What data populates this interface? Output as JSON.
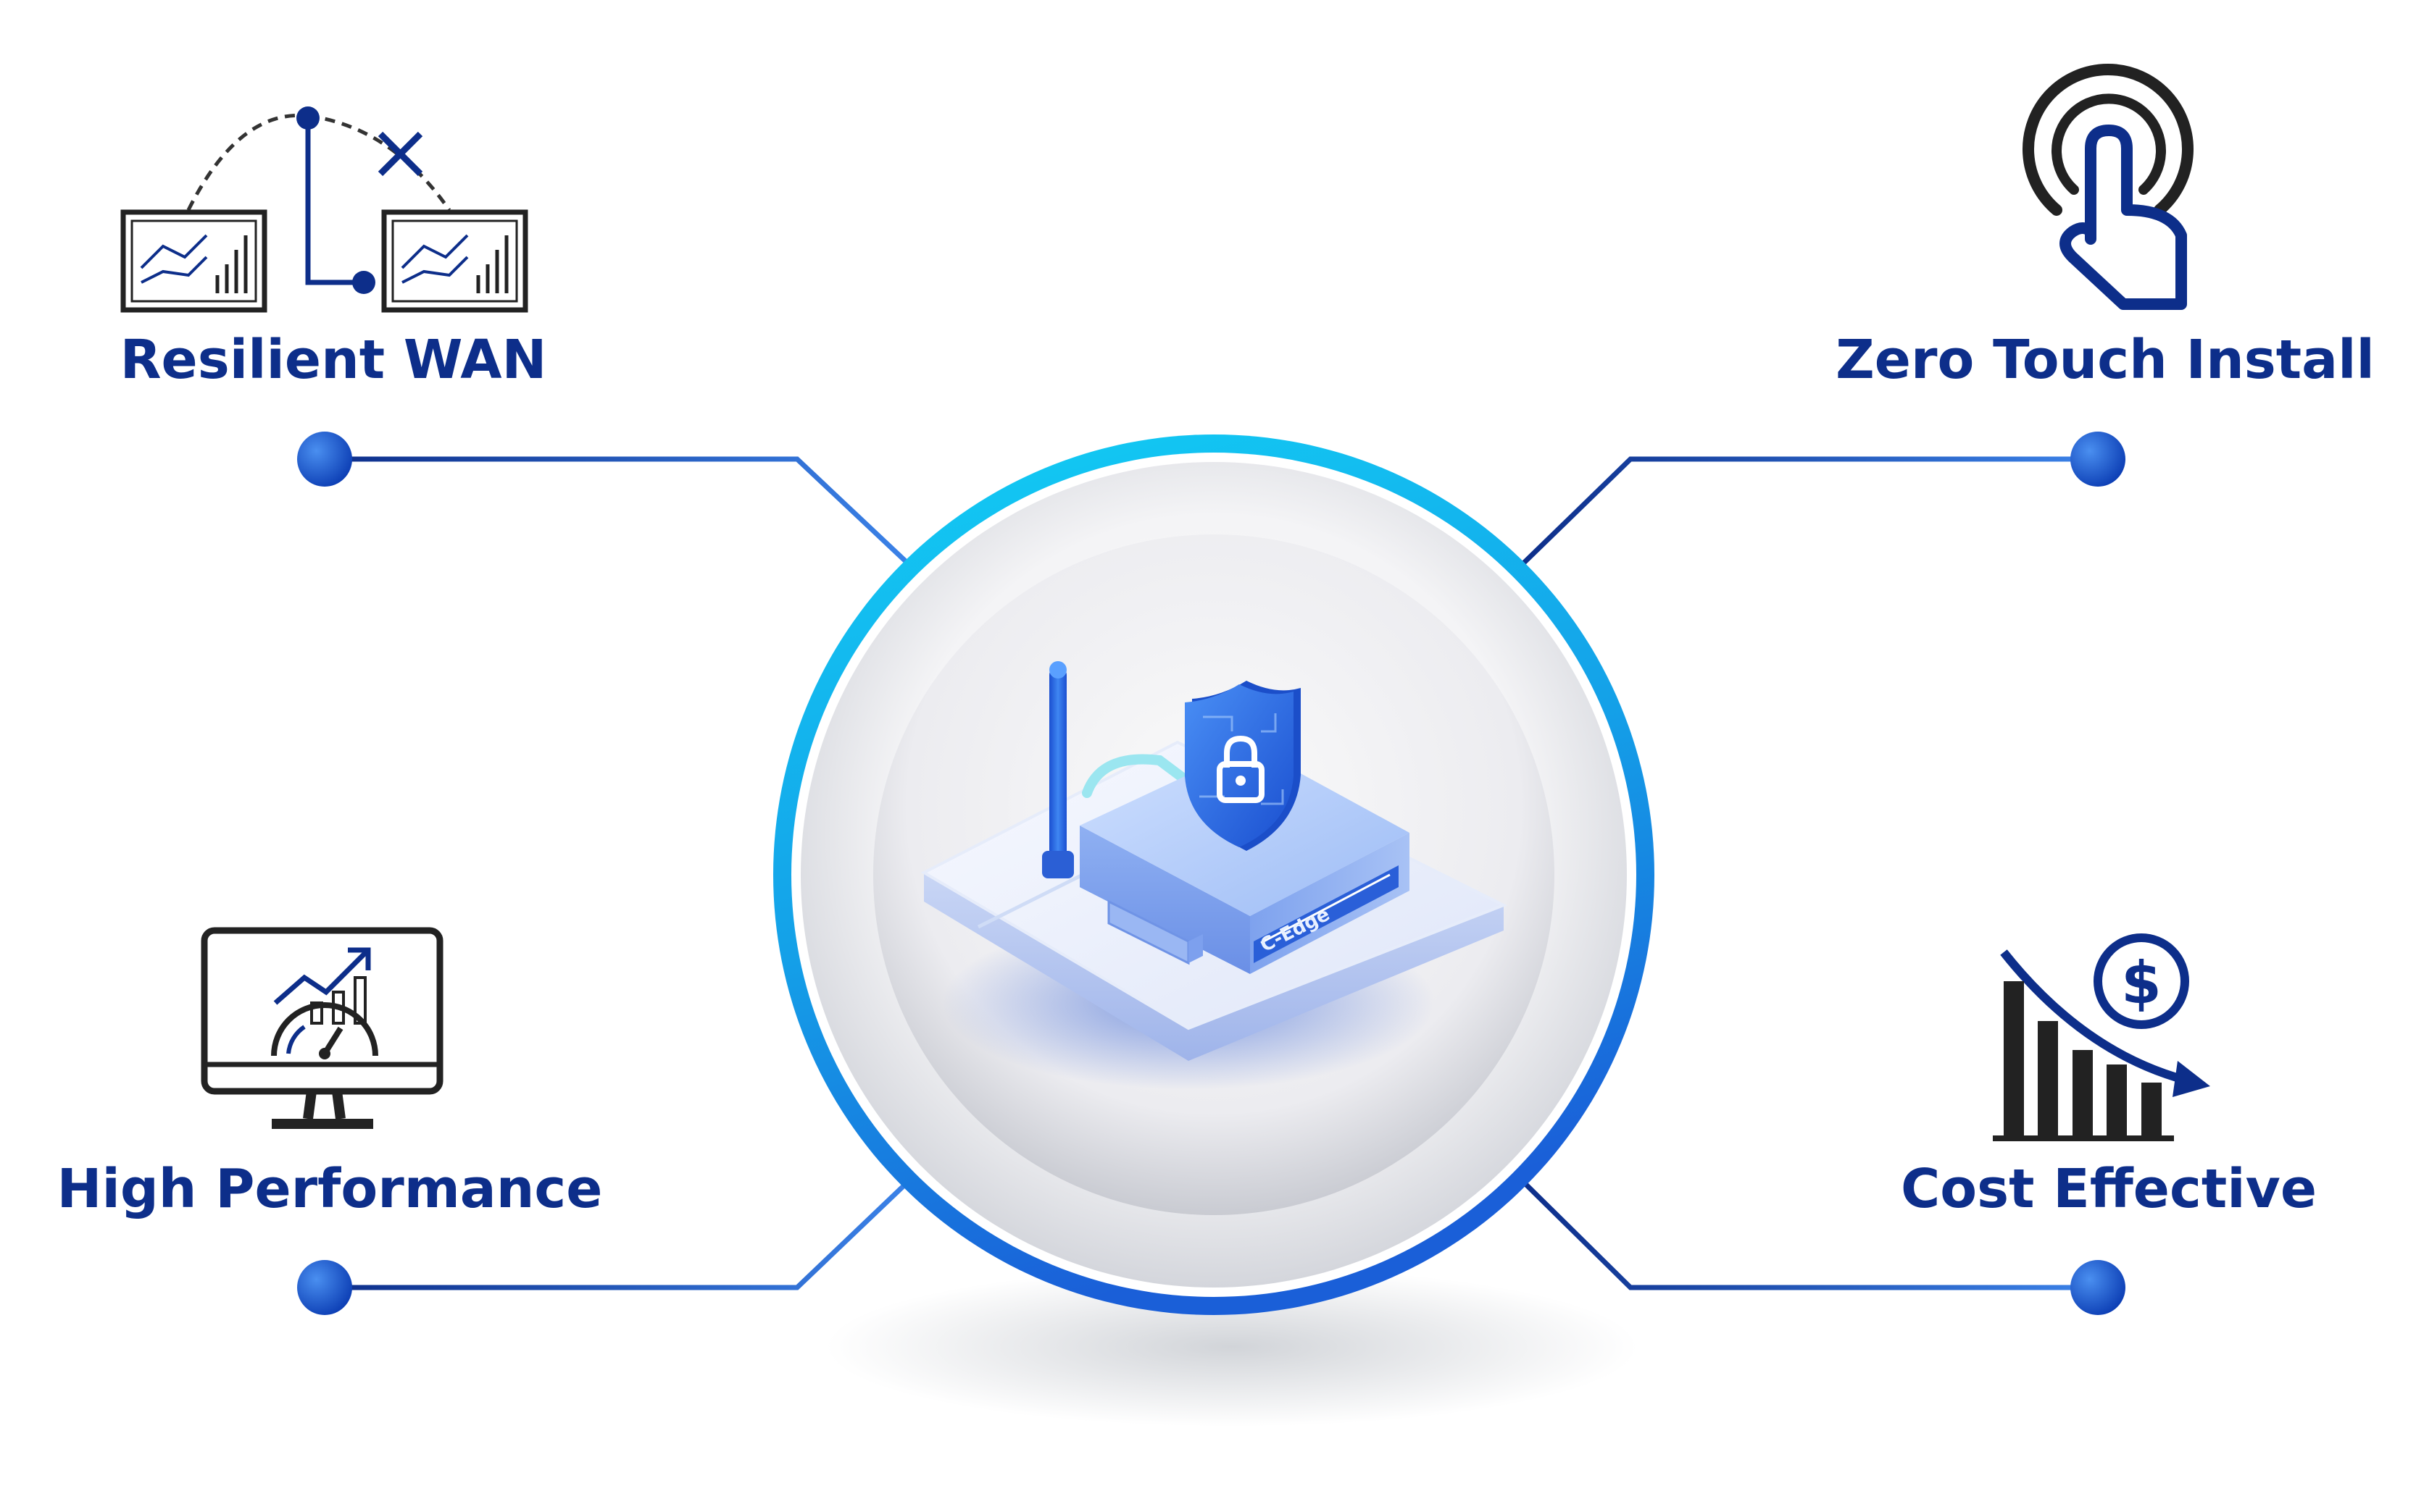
{
  "features": {
    "top_left": {
      "label": "Resilient WAN",
      "icon": "resilient-wan-icon"
    },
    "top_right": {
      "label": "Zero Touch Install",
      "icon": "touch-hand-icon"
    },
    "bottom_left": {
      "label": "High Performance",
      "icon": "performance-monitor-icon"
    },
    "bottom_right": {
      "label": "Cost Effective",
      "icon": "cost-decline-icon"
    }
  },
  "center": {
    "device_label": "C-Edge",
    "device_icon": "router-shield-icon"
  },
  "colors": {
    "label_text": "#0d2e8a",
    "connector_dark": "#0d2e8a",
    "connector_light": "#3b82e8",
    "ring_cyan": "#14c8f0",
    "ring_blue": "#1a63d8",
    "icon_dark": "#222222"
  }
}
